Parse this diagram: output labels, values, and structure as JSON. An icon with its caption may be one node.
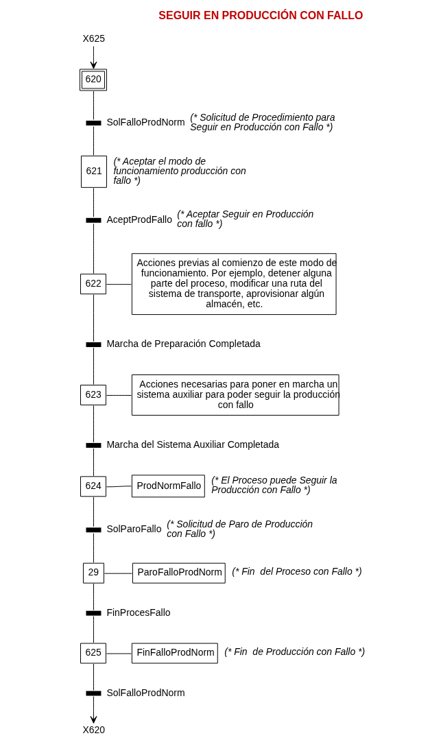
{
  "diagram": {
    "title": "SEGUIR EN PRODUCCIÓN CON FALLO",
    "nodes": [
      {
        "text": [
          "X625"
        ]
      },
      {
        "text": [
          "620"
        ]
      },
      {
        "text": [],
        "shape": "bar",
        "beside": [
          "SolFalloProdNorm",
          "(* Solicitud de Procedimiento para Seguir en Producción con Fallo *)"
        ]
      },
      {
        "text": [
          "621"
        ],
        "beside": [
          "(* Aceptar el modo de funcionamiento producción con fallo *)"
        ]
      },
      {
        "text": [],
        "shape": "bar",
        "beside": [
          "AceptProdFallo",
          "(* Aceptar Seguir en Producción con fallo *)"
        ]
      },
      {
        "text": [
          "622"
        ]
      },
      {
        "text": [
          "Acciones previas al comienzo de este modo de funcionamiento. Por ejemplo, detener alguna parte del proceso, modificar una ruta del sistema de transporte, aprovisionar algún almacén, etc."
        ]
      },
      {
        "text": [],
        "shape": "bar",
        "beside": [
          "Marcha de Preparación Completada"
        ]
      },
      {
        "text": [
          "623"
        ]
      },
      {
        "text": [
          "Acciones necesarias para poner en marcha un sistema auxiliar para poder seguir la producción con fallo"
        ]
      },
      {
        "text": [],
        "shape": "bar",
        "beside": [
          "Marcha del Sistema Auxiliar Completada"
        ]
      },
      {
        "text": [
          "624"
        ]
      },
      {
        "text": [
          "ProdNormFallo"
        ],
        "beside": [
          "(* El Proceso puede Seguir la Producción con Fallo *)"
        ]
      },
      {
        "text": [],
        "shape": "bar",
        "beside": [
          "SolParoFallo",
          "(* Solicitud de Paro de Producción con Fallo *)"
        ]
      },
      {
        "text": [
          "29"
        ]
      },
      {
        "text": [
          "ParoFalloProdNorm"
        ],
        "beside": [
          "(* Fin  del Proceso con Fallo *)"
        ]
      },
      {
        "text": [],
        "shape": "bar",
        "beside": [
          "FinProcesFallo"
        ]
      },
      {
        "text": [
          "625"
        ]
      },
      {
        "text": [
          "FinFalloProdNorm"
        ],
        "beside": [
          "(* Fin  de Producción con Fallo *)"
        ]
      },
      {
        "text": [],
        "shape": "bar",
        "beside": [
          "SolFalloProdNorm"
        ]
      },
      {
        "text": [
          "X620"
        ]
      }
    ],
    "edges": [
      {
        "from": 0,
        "to": 1,
        "arrow": "to"
      },
      {
        "from": 1,
        "to": 2,
        "arrow": "none"
      },
      {
        "from": 2,
        "to": 3,
        "arrow": "none"
      },
      {
        "from": 3,
        "to": 4,
        "arrow": "none"
      },
      {
        "from": 4,
        "to": 5,
        "arrow": "none"
      },
      {
        "from": 5,
        "to": 6,
        "arrow": "none"
      },
      {
        "from": 5,
        "to": 7,
        "arrow": "none"
      },
      {
        "from": 7,
        "to": 8,
        "arrow": "none"
      },
      {
        "from": 8,
        "to": 9,
        "arrow": "none"
      },
      {
        "from": 8,
        "to": 10,
        "arrow": "none"
      },
      {
        "from": 10,
        "to": 11,
        "arrow": "none"
      },
      {
        "from": 11,
        "to": 12,
        "arrow": "none"
      },
      {
        "from": 11,
        "to": 13,
        "arrow": "none"
      },
      {
        "from": 13,
        "to": 14,
        "arrow": "none"
      },
      {
        "from": 14,
        "to": 15,
        "arrow": "none"
      },
      {
        "from": 14,
        "to": 16,
        "arrow": "none"
      },
      {
        "from": 16,
        "to": 17,
        "arrow": "none"
      },
      {
        "from": 17,
        "to": 18,
        "arrow": "none"
      },
      {
        "from": 17,
        "to": 19,
        "arrow": "none"
      },
      {
        "from": 19,
        "to": 20,
        "arrow": "to"
      }
    ]
  }
}
